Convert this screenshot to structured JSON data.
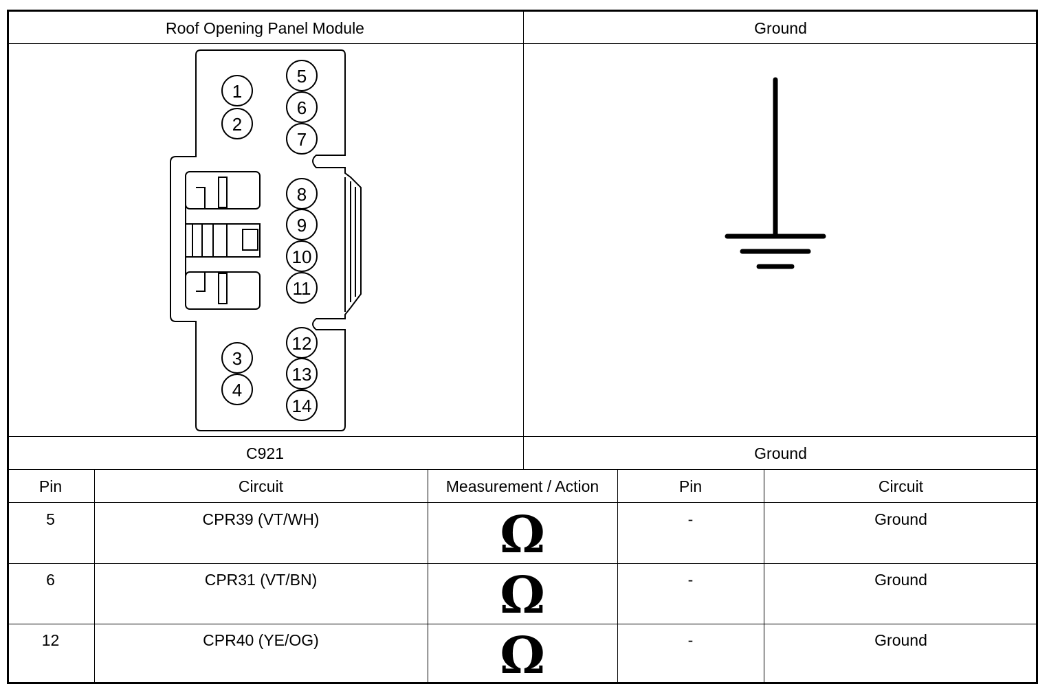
{
  "top_headers": {
    "left": "Roof Opening Panel Module",
    "right": "Ground"
  },
  "connector": {
    "pins_left_top": [
      "1",
      "2"
    ],
    "pins_left_bottom": [
      "3",
      "4"
    ],
    "pins_right_top": [
      "5",
      "6",
      "7"
    ],
    "pins_right_mid": [
      "8",
      "9",
      "10",
      "11"
    ],
    "pins_right_bottom": [
      "12",
      "13",
      "14"
    ]
  },
  "ground_symbol_icon": "ground-symbol-icon",
  "bottom_labels": {
    "left": "C921",
    "right": "Ground"
  },
  "table": {
    "columns": [
      "Pin",
      "Circuit",
      "Measurement / Action",
      "Pin",
      "Circuit"
    ],
    "rows": [
      {
        "pin": "5",
        "circuit": "CPR39 (VT/WH)",
        "action_icon": "ohm-icon",
        "pin2": "-",
        "circuit2": "Ground"
      },
      {
        "pin": "6",
        "circuit": "CPR31 (VT/BN)",
        "action_icon": "ohm-icon",
        "pin2": "-",
        "circuit2": "Ground"
      },
      {
        "pin": "12",
        "circuit": "CPR40 (YE/OG)",
        "action_icon": "ohm-icon",
        "pin2": "-",
        "circuit2": "Ground"
      }
    ],
    "action_symbol": "Ω"
  }
}
